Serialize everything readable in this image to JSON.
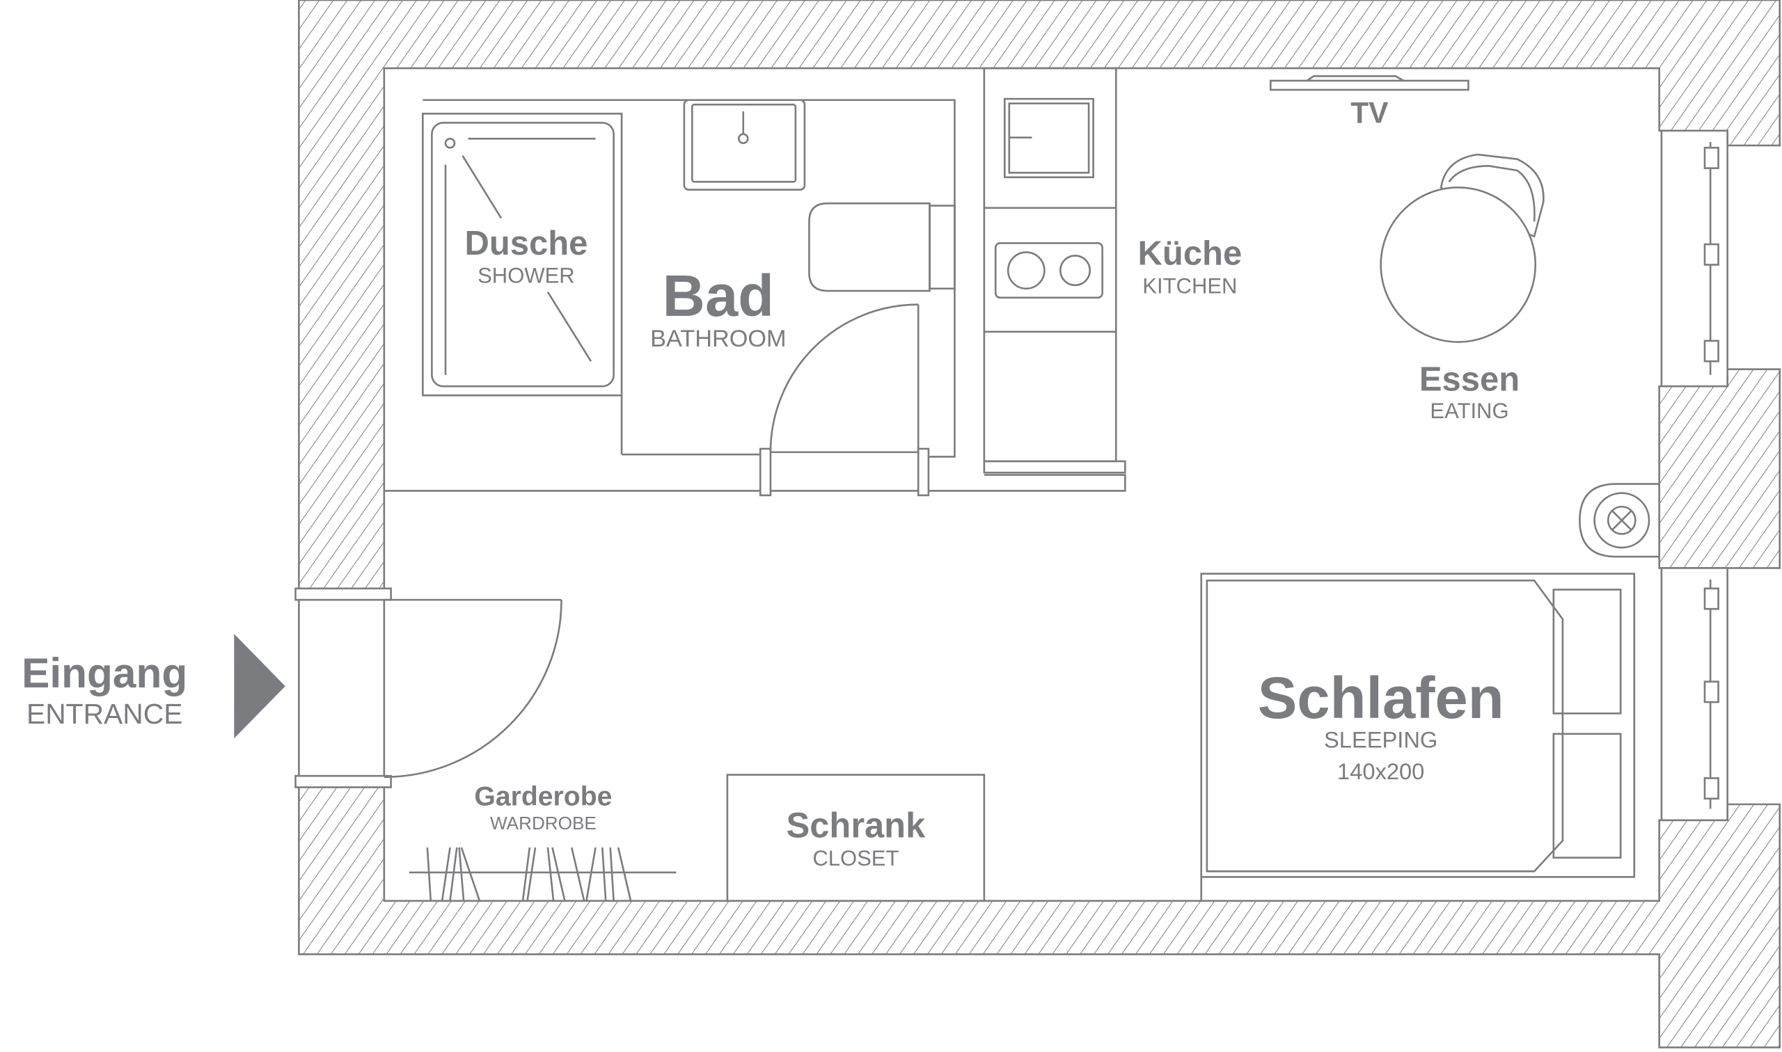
{
  "plan": {
    "rooms": {
      "shower": {
        "label": "Dusche",
        "sublabel": "SHOWER"
      },
      "bathroom": {
        "label": "Bad",
        "sublabel": "BATHROOM"
      },
      "kitchen": {
        "label": "Küche",
        "sublabel": "KITCHEN"
      },
      "tv": {
        "label": "TV"
      },
      "eating": {
        "label": "Essen",
        "sublabel": "EATING"
      },
      "sleeping": {
        "label": "Schlafen",
        "sublabel": "SLEEPING",
        "bed_size": "140x200"
      },
      "entrance": {
        "label": "Eingang",
        "sublabel": "ENTRANCE"
      },
      "wardrobe": {
        "label": "Garderobe",
        "sublabel": "WARDROBE"
      },
      "closet": {
        "label": "Schrank",
        "sublabel": "CLOSET"
      }
    },
    "colors": {
      "line": "#7b7c7f",
      "background": "#ffffff"
    }
  }
}
